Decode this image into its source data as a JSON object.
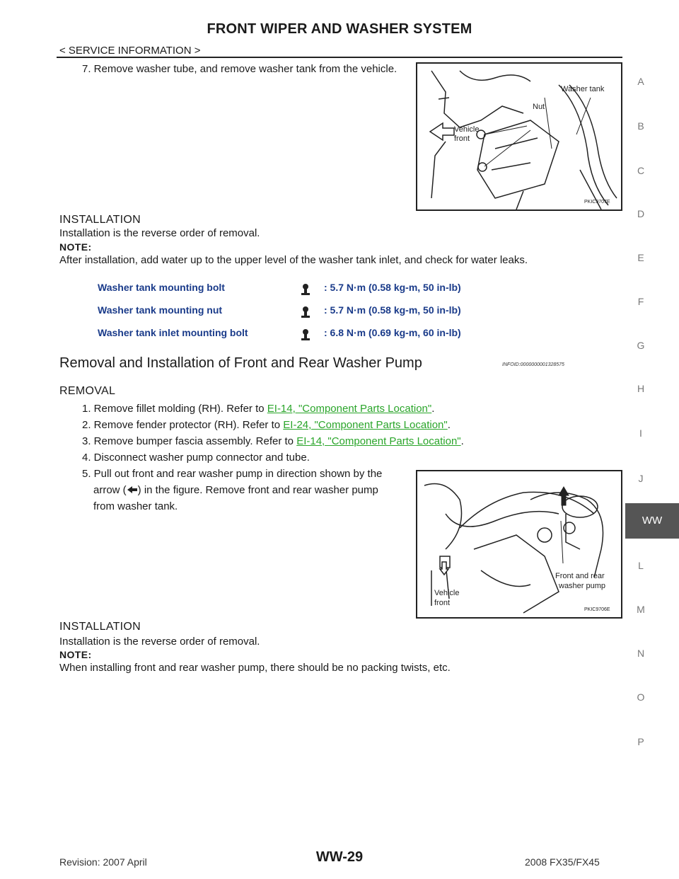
{
  "header": {
    "title": "FRONT WIPER AND WASHER SYSTEM",
    "subtitle": "< SERVICE INFORMATION >"
  },
  "step7": "7. Remove washer tube, and remove washer tank from the vehicle.",
  "figure1": {
    "label_washer_tank": "Washer tank",
    "label_nut": "Nut",
    "label_vehicle_front_1": "Vehicle",
    "label_vehicle_front_2": "front",
    "code": "PKIC9707E"
  },
  "installation1": {
    "heading": "INSTALLATION",
    "text": "Installation is the reverse order of removal.",
    "note_label": "NOTE:",
    "note": "After installation, add water up to the upper level of the washer tank inlet, and check for water leaks."
  },
  "torques": [
    {
      "name": "Washer tank mounting bolt",
      "value": ": 5.7 N·m (0.58 kg-m, 50 in-lb)"
    },
    {
      "name": "Washer tank mounting nut",
      "value": ": 5.7 N·m (0.58 kg-m, 50 in-lb)"
    },
    {
      "name": "Washer tank inlet mounting bolt",
      "value": ": 6.8 N·m (0.69 kg-m, 60 in-lb)"
    }
  ],
  "section2": {
    "heading": "Removal and Installation of Front and Rear Washer Pump",
    "infoid": "INFOID:0000000001328575"
  },
  "removal": {
    "heading": "REMOVAL",
    "step1_text": "1. Remove fillet molding (RH). Refer to ",
    "step1_link": "EI-14, \"Component Parts Location\"",
    "step2_text": "2. Remove fender protector (RH). Refer to ",
    "step2_link": "EI-24, \"Component Parts Location\"",
    "step3_text": "3. Remove bumper fascia assembly. Refer to ",
    "step3_link": "EI-14, \"Component Parts Location\"",
    "step4": "4. Disconnect washer pump connector and tube.",
    "step5_line1": "5. Pull out front and rear washer pump in direction shown by the",
    "step5_line2a": "arrow (",
    "step5_line2b": ") in the figure. Remove front and rear washer pump",
    "step5_line3": "from washer tank.",
    "period": "."
  },
  "figure2": {
    "label_pump_1": "Front and rear",
    "label_pump_2": "washer pump",
    "label_vehicle_front_1": "Vehicle",
    "label_vehicle_front_2": "front",
    "code": "PKIC9706E"
  },
  "installation2": {
    "heading": "INSTALLATION",
    "text": "Installation is the reverse order of removal.",
    "note_label": "NOTE:",
    "note": "When installing front and rear washer pump, there should be no packing twists, etc."
  },
  "side_tabs": [
    "A",
    "B",
    "C",
    "D",
    "E",
    "F",
    "G",
    "H",
    "I",
    "J",
    "WW",
    "L",
    "M",
    "N",
    "O",
    "P"
  ],
  "footer": {
    "revision": "Revision: 2007 April",
    "page": "WW-29",
    "model": "2008 FX35/FX45"
  }
}
